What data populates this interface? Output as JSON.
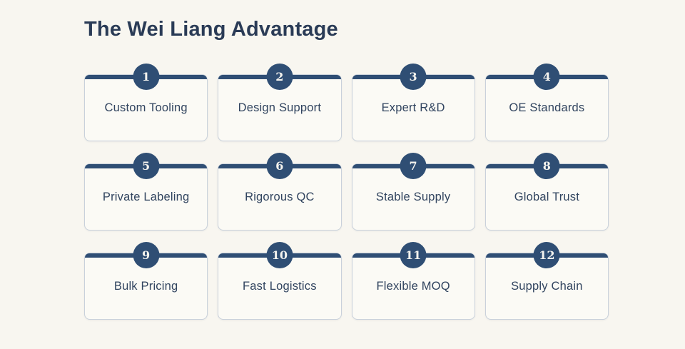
{
  "page": {
    "title": "The Wei Liang Advantage"
  },
  "colors": {
    "background": "#F8F6F0",
    "card_background": "#FBFAF5",
    "navy_accent": "#2F4E74",
    "title_text": "#2A3B56",
    "label_text": "#31445F",
    "card_border": "#C9D1DB",
    "badge_text": "#F4F3EE"
  },
  "cards": [
    {
      "number": "1",
      "label": "Custom Tooling"
    },
    {
      "number": "2",
      "label": "Design Support"
    },
    {
      "number": "3",
      "label": "Expert R&D"
    },
    {
      "number": "4",
      "label": "OE Standards"
    },
    {
      "number": "5",
      "label": "Private Labeling"
    },
    {
      "number": "6",
      "label": "Rigorous QC"
    },
    {
      "number": "7",
      "label": "Stable Supply"
    },
    {
      "number": "8",
      "label": "Global Trust"
    },
    {
      "number": "9",
      "label": "Bulk Pricing"
    },
    {
      "number": "10",
      "label": "Fast Logistics"
    },
    {
      "number": "11",
      "label": "Flexible MOQ"
    },
    {
      "number": "12",
      "label": "Supply Chain"
    }
  ]
}
